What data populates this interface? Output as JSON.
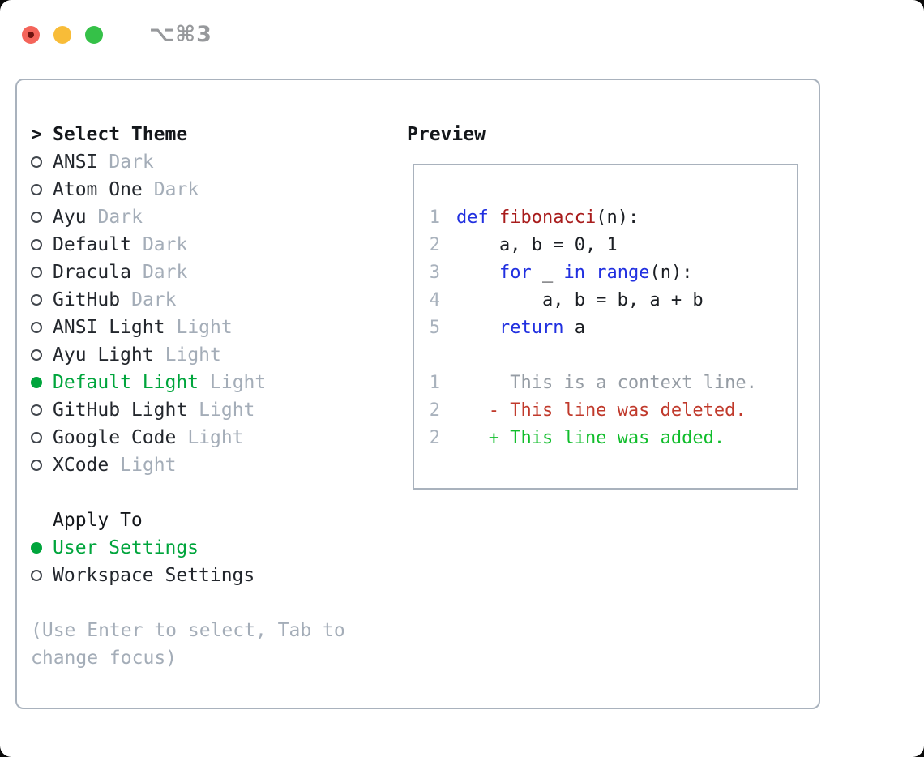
{
  "titlebar": {
    "shortcut": "⌥⌘3"
  },
  "theme_panel": {
    "cursor": ">",
    "title": "Select Theme",
    "items": [
      {
        "name": "ANSI",
        "tag": "Dark",
        "selected": false
      },
      {
        "name": "Atom One",
        "tag": "Dark",
        "selected": false
      },
      {
        "name": "Ayu",
        "tag": "Dark",
        "selected": false
      },
      {
        "name": "Default",
        "tag": "Dark",
        "selected": false
      },
      {
        "name": "Dracula",
        "tag": "Dark",
        "selected": false
      },
      {
        "name": "GitHub",
        "tag": "Dark",
        "selected": false
      },
      {
        "name": "ANSI Light",
        "tag": "Light",
        "selected": false
      },
      {
        "name": "Ayu Light",
        "tag": "Light",
        "selected": false
      },
      {
        "name": "Default Light",
        "tag": "Light",
        "selected": true
      },
      {
        "name": "GitHub Light",
        "tag": "Light",
        "selected": false
      },
      {
        "name": "Google Code",
        "tag": "Light",
        "selected": false
      },
      {
        "name": "XCode",
        "tag": "Light",
        "selected": false
      }
    ],
    "apply_to": {
      "title": "Apply To",
      "options": [
        {
          "label": "User Settings",
          "selected": true
        },
        {
          "label": "Workspace Settings",
          "selected": false
        }
      ]
    },
    "help_text": "(Use Enter to select, Tab to change focus)"
  },
  "preview": {
    "title": "Preview",
    "lines": [
      {
        "num": "1",
        "segments": [
          {
            "text": "def",
            "style": "keyword"
          },
          {
            "text": " ",
            "style": "plain"
          },
          {
            "text": "fibonacci",
            "style": "function"
          },
          {
            "text": "(n):",
            "style": "plain"
          }
        ]
      },
      {
        "num": "2",
        "segments": [
          {
            "text": "    a, b = 0, 1",
            "style": "plain"
          }
        ]
      },
      {
        "num": "3",
        "segments": [
          {
            "text": "    ",
            "style": "plain"
          },
          {
            "text": "for",
            "style": "keyword"
          },
          {
            "text": " _ ",
            "style": "plain"
          },
          {
            "text": "in",
            "style": "keyword"
          },
          {
            "text": " ",
            "style": "plain"
          },
          {
            "text": "range",
            "style": "keyword"
          },
          {
            "text": "(n):",
            "style": "plain"
          }
        ]
      },
      {
        "num": "4",
        "segments": [
          {
            "text": "        a, b = b, a + b",
            "style": "plain"
          }
        ]
      },
      {
        "num": "5",
        "segments": [
          {
            "text": "    ",
            "style": "plain"
          },
          {
            "text": "return",
            "style": "keyword"
          },
          {
            "text": " a",
            "style": "plain"
          }
        ]
      },
      {
        "blank": true
      },
      {
        "num": "1",
        "segments": [
          {
            "text": "     This is a context line.",
            "style": "context"
          }
        ]
      },
      {
        "num": "2",
        "segments": [
          {
            "text": "   - This line was deleted.",
            "style": "deleted"
          }
        ]
      },
      {
        "num": "2",
        "segments": [
          {
            "text": "   + This line was added.",
            "style": "added"
          }
        ]
      }
    ]
  },
  "colors": {
    "accent_green": "#00a53c",
    "added_green": "#10bd2b",
    "deleted_red": "#c0392b",
    "keyword_blue": "#2130e0",
    "function_red": "#a81c1c",
    "muted": "#a4adb8",
    "line_number": "#a9b2bd",
    "context_gray": "#959ca4",
    "border": "#a9b2bd",
    "text_dark": "#23272d",
    "traffic_red": "#f4645a",
    "traffic_yellow": "#f8bc38",
    "traffic_green": "#35c148"
  }
}
